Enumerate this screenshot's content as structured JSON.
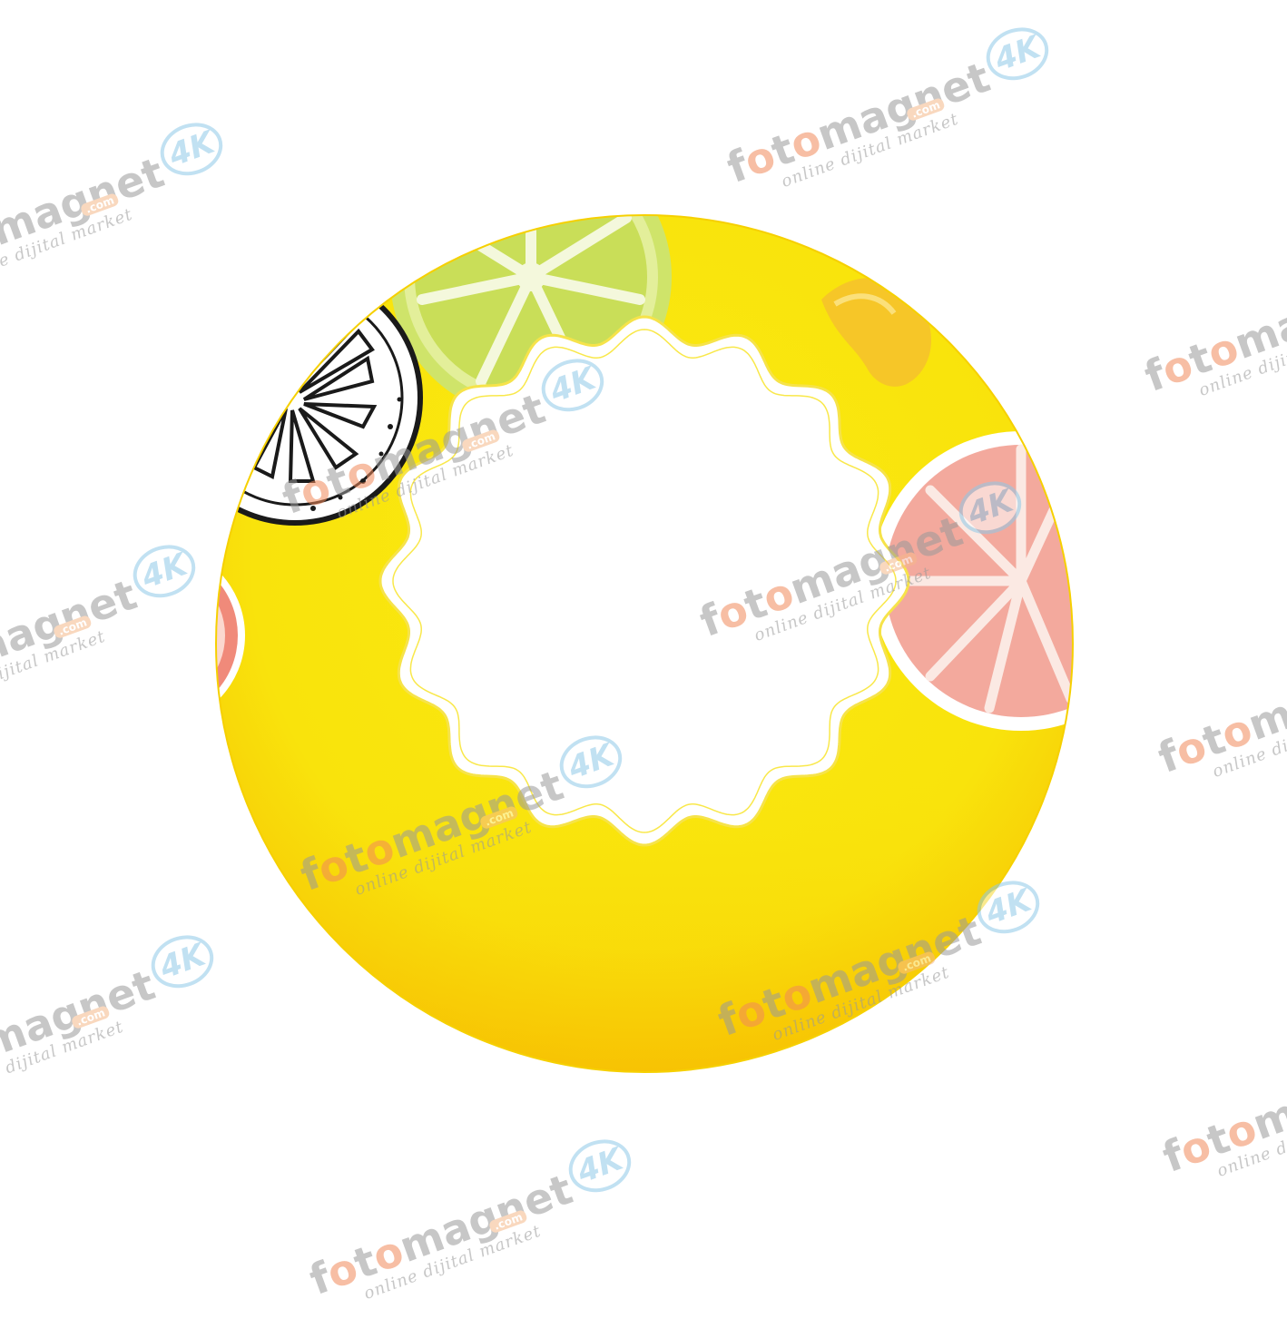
{
  "watermark": {
    "brand": "fotomagnet",
    "badge": "4K",
    "dotcom": ".com",
    "tagline": "online dijital market"
  },
  "colors": {
    "background": "#ffffff",
    "disc": "#f9e30c",
    "disc_edge": "#f7c500",
    "grapefruit": "#f2a096",
    "lime": "#d4e86c",
    "frame_line": "#f6e34a",
    "watermark_gray": "#9a9a9a",
    "watermark_orange": "#f28a5a",
    "watermark_blue": "#8fc9e8"
  }
}
